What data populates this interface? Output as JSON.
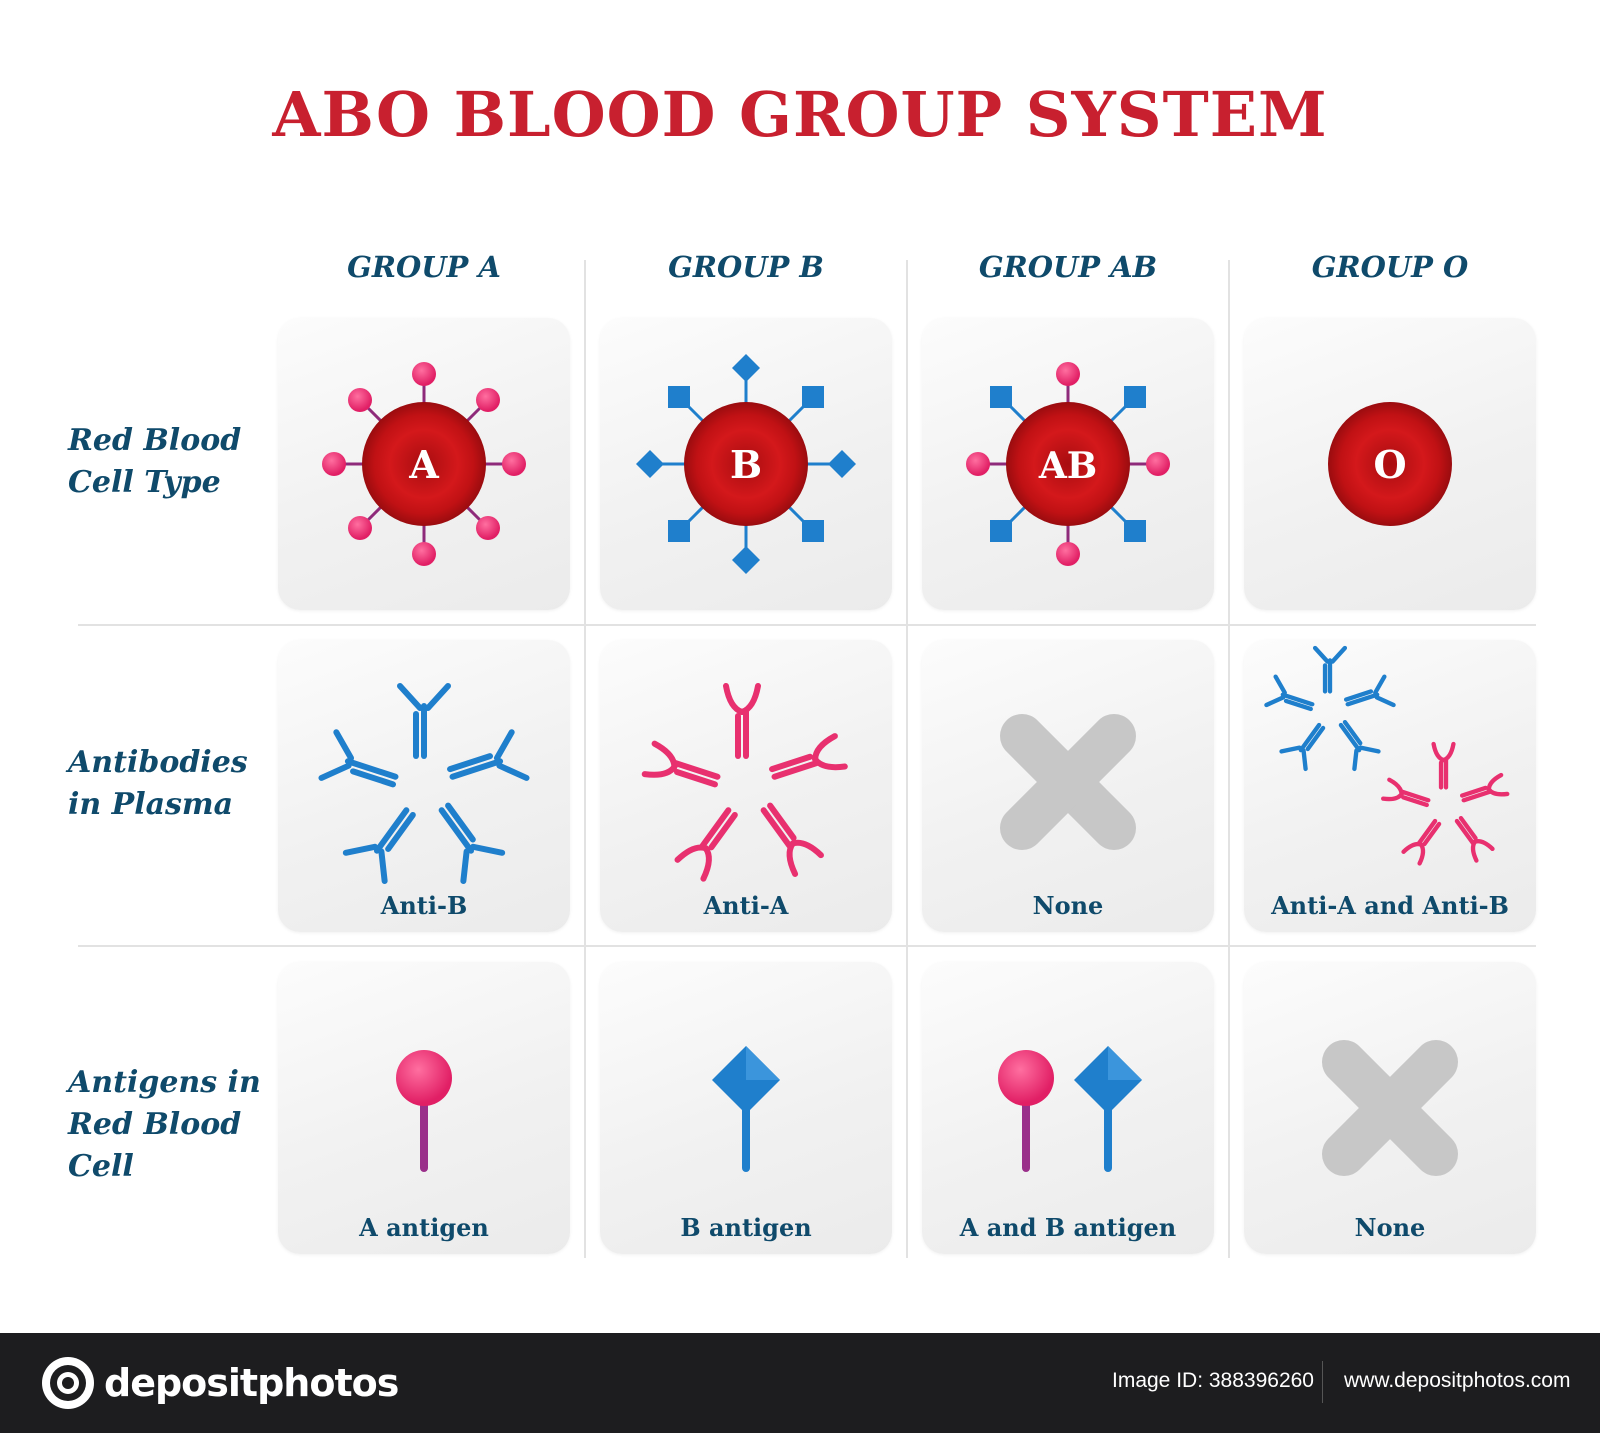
{
  "title": "ABO BLOOD GROUP SYSTEM",
  "columns": [
    "GROUP A",
    "GROUP B",
    "GROUP AB",
    "GROUP O"
  ],
  "rows": {
    "rbc": "Red Blood Cell Type",
    "antibodies": "Antibodies in Plasma",
    "antigens": "Antigens in Red Blood Cell"
  },
  "cell_letters": [
    "A",
    "B",
    "AB",
    "O"
  ],
  "antibodies": [
    "Anti-B",
    "Anti-A",
    "None",
    "Anti-A and Anti-B"
  ],
  "antigens": [
    "A antigen",
    "B antigen",
    "A and B antigen",
    "None"
  ],
  "footer": {
    "brand": "depositphotos",
    "image_id": "Image ID: 388396260",
    "website": "www.depositphotos.com"
  },
  "colors": {
    "title": "#c8202f",
    "heading": "#0f4a6b",
    "cell": "#cc1417",
    "antigen_a": "#e8306f",
    "antigen_b": "#1f7fcc",
    "none": "#c7c7c7"
  }
}
